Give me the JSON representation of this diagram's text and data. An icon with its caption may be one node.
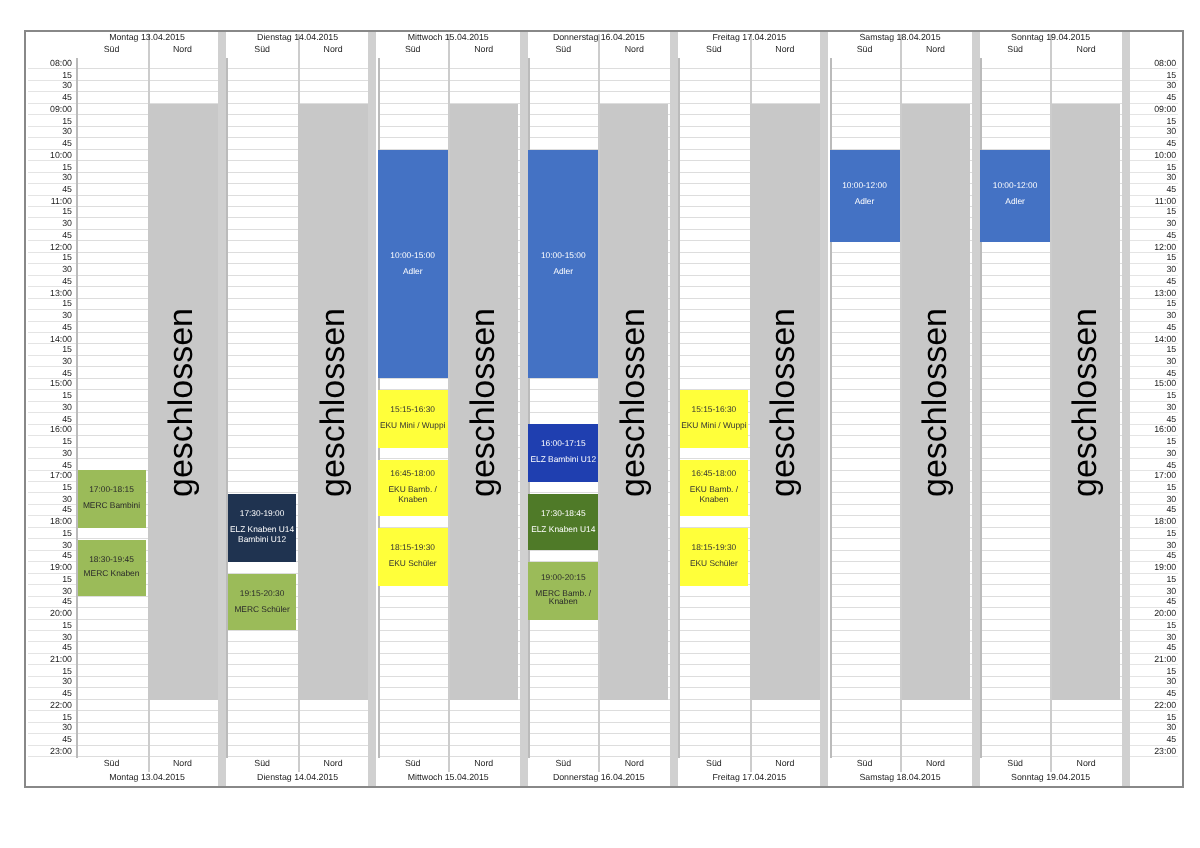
{
  "diagram": {
    "nodes": [
      {
        "text": [
          "17:00-18:15",
          "MERC Bambini"
        ]
      },
      {
        "text": [
          "18:30-19:45",
          "MERC Knaben"
        ]
      },
      {
        "text": [
          "geschlossen"
        ]
      },
      {
        "text": [
          "17:30-19:00",
          "ELZ Knaben U14 Bambini U12"
        ]
      },
      {
        "text": [
          "19:15-20:30",
          "MERC Schüler"
        ]
      },
      {
        "text": [
          "geschlossen"
        ]
      },
      {
        "text": [
          "10:00-15:00",
          "Adler"
        ]
      },
      {
        "text": [
          "15:15-16:30",
          "EKU Mini / Wuppi"
        ]
      },
      {
        "text": [
          "16:45-18:00",
          "EKU Bamb. / Knaben"
        ]
      },
      {
        "text": [
          "18:15-19:30",
          "EKU Schüler"
        ]
      },
      {
        "text": [
          "geschlossen"
        ]
      },
      {
        "text": [
          "10:00-15:00",
          "Adler"
        ]
      },
      {
        "text": [
          "16:00-17:15",
          "ELZ Bambini U12"
        ]
      },
      {
        "text": [
          "17:30-18:45",
          "ELZ Knaben U14"
        ]
      },
      {
        "text": [
          "19:00-20:15",
          "MERC Bamb. / Knaben"
        ]
      },
      {
        "text": [
          "geschlossen"
        ]
      },
      {
        "text": [
          "15:15-16:30",
          "EKU Mini / Wuppi"
        ]
      },
      {
        "text": [
          "16:45-18:00",
          "EKU Bamb. / Knaben"
        ]
      },
      {
        "text": [
          "18:15-19:30",
          "EKU Schüler"
        ]
      },
      {
        "text": [
          "geschlossen"
        ]
      },
      {
        "text": [
          "10:00-12:00",
          "Adler"
        ]
      },
      {
        "text": [
          "geschlossen"
        ]
      },
      {
        "text": [
          "10:00-12:00",
          "Adler"
        ]
      },
      {
        "text": [
          "geschlossen"
        ]
      }
    ],
    "labels": [
      "Montag 13.04.2015",
      "Dienstag 14.04.2015",
      "Mittwoch 15.04.2015",
      "Donnerstag 16.04.2015",
      "Freitag 17.04.2015",
      "Samstag 18.04.2015",
      "Sonntag 19.04.2015",
      "Süd",
      "Nord",
      "Süd",
      "Nord",
      "Süd",
      "Nord",
      "Süd",
      "Nord",
      "Süd",
      "Nord",
      "Süd",
      "Nord",
      "Süd",
      "Nord",
      "08:00",
      "08:00",
      "15",
      "15",
      "30",
      "30",
      "45",
      "45",
      "09:00",
      "09:00",
      "15",
      "15",
      "30",
      "30",
      "45",
      "45",
      "10:00",
      "10:00",
      "15",
      "15",
      "30",
      "30",
      "45",
      "45",
      "11:00",
      "11:00",
      "15",
      "15",
      "30",
      "30",
      "45",
      "45",
      "12:00",
      "12:00",
      "15",
      "15",
      "30",
      "30",
      "45",
      "45",
      "13:00",
      "13:00",
      "15",
      "15",
      "30",
      "30",
      "45",
      "45",
      "14:00",
      "14:00",
      "15",
      "15",
      "30",
      "30",
      "45",
      "45",
      "15:00",
      "15:00",
      "15",
      "15",
      "30",
      "30",
      "45",
      "45",
      "16:00",
      "16:00",
      "15",
      "15",
      "30",
      "30",
      "45",
      "45",
      "17:00",
      "17:00",
      "15",
      "15",
      "30",
      "30",
      "45",
      "45",
      "18:00",
      "18:00",
      "15",
      "15",
      "30",
      "30",
      "45",
      "45",
      "19:00",
      "19:00",
      "15",
      "15",
      "30",
      "30",
      "45",
      "45",
      "20:00",
      "20:00",
      "15",
      "15",
      "30",
      "30",
      "45",
      "45",
      "21:00",
      "21:00",
      "15",
      "15",
      "30",
      "30",
      "45",
      "45",
      "22:00",
      "22:00",
      "15",
      "15",
      "30",
      "30",
      "45",
      "45",
      "23:00",
      "23:00",
      "Süd",
      "Nord",
      "Süd",
      "Nord",
      "Süd",
      "Nord",
      "Süd",
      "Nord",
      "Süd",
      "Nord",
      "Süd",
      "Nord",
      "Süd",
      "Nord",
      "Montag 13.04.2015",
      "Dienstag 14.04.2015",
      "Mittwoch 15.04.2015",
      "Donnerstag 16.04.2015",
      "Freitag 17.04.2015",
      "Samstag 18.04.2015",
      "Sonntag 19.04.2015"
    ]
  }
}
